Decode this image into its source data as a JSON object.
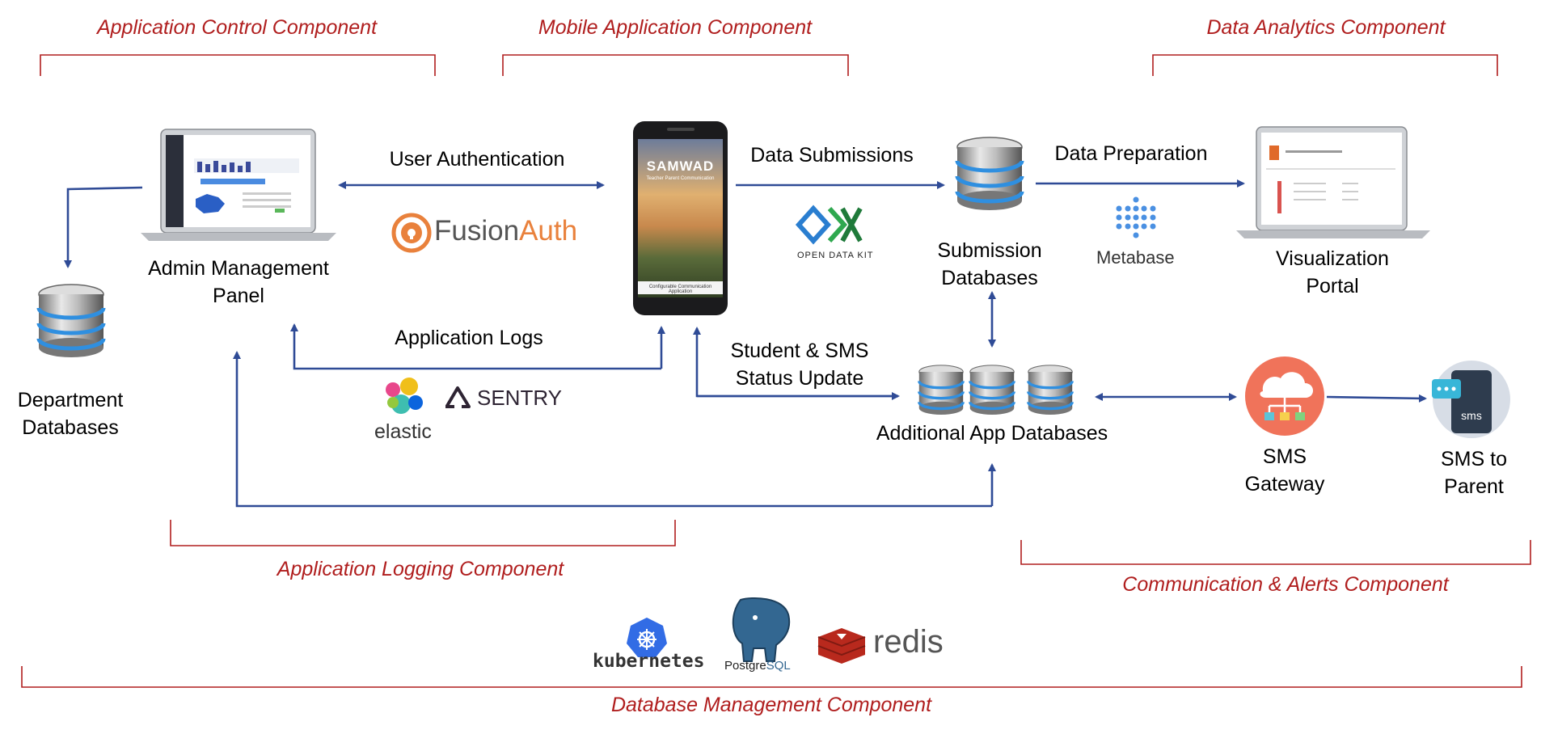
{
  "components": {
    "app_control": "Application Control Component",
    "mobile_app": "Mobile Application Component",
    "data_analytics": "Data Analytics Component",
    "app_logging": "Application Logging Component",
    "comm_alerts": "Communication & Alerts Component",
    "db_management": "Database Management Component"
  },
  "nodes": {
    "department_db": [
      "Department",
      "Databases"
    ],
    "admin_panel": [
      "Admin Management",
      "Panel"
    ],
    "submission_db": [
      "Submission",
      "Databases"
    ],
    "visualization": [
      "Visualization",
      "Portal"
    ],
    "additional_db": "Additional App Databases",
    "sms_gateway": [
      "SMS",
      "Gateway"
    ],
    "sms_parent": [
      "SMS to",
      "Parent"
    ]
  },
  "edges": {
    "user_auth": "User Authentication",
    "data_submissions": "Data Submissions",
    "data_preparation": "Data Preparation",
    "app_logs": "Application Logs",
    "status_update": [
      "Student & SMS",
      "Status Update"
    ]
  },
  "logos": {
    "fusionauth_a": "Fusion",
    "fusionauth_b": "Auth",
    "odk": "OPEN DATA KIT",
    "metabase": "Metabase",
    "elastic": "elastic",
    "sentry": "SENTRY",
    "kubernetes": "kubernetes",
    "postgres_a": "Postgre",
    "postgres_b": "SQL",
    "redis": "redis"
  },
  "phone": {
    "title": "SAMWAD",
    "subtitle": "Teacher Parent Communication",
    "footer": "Configurable Communication Application"
  },
  "sms_icon": "sms",
  "colors": {
    "component_red": "#b01e1e",
    "arrow_blue": "#2f4b96",
    "db_blue": "#2f8fe0",
    "sms_gateway_bg": "#f0735a",
    "fusion_orange": "#e9813c"
  }
}
